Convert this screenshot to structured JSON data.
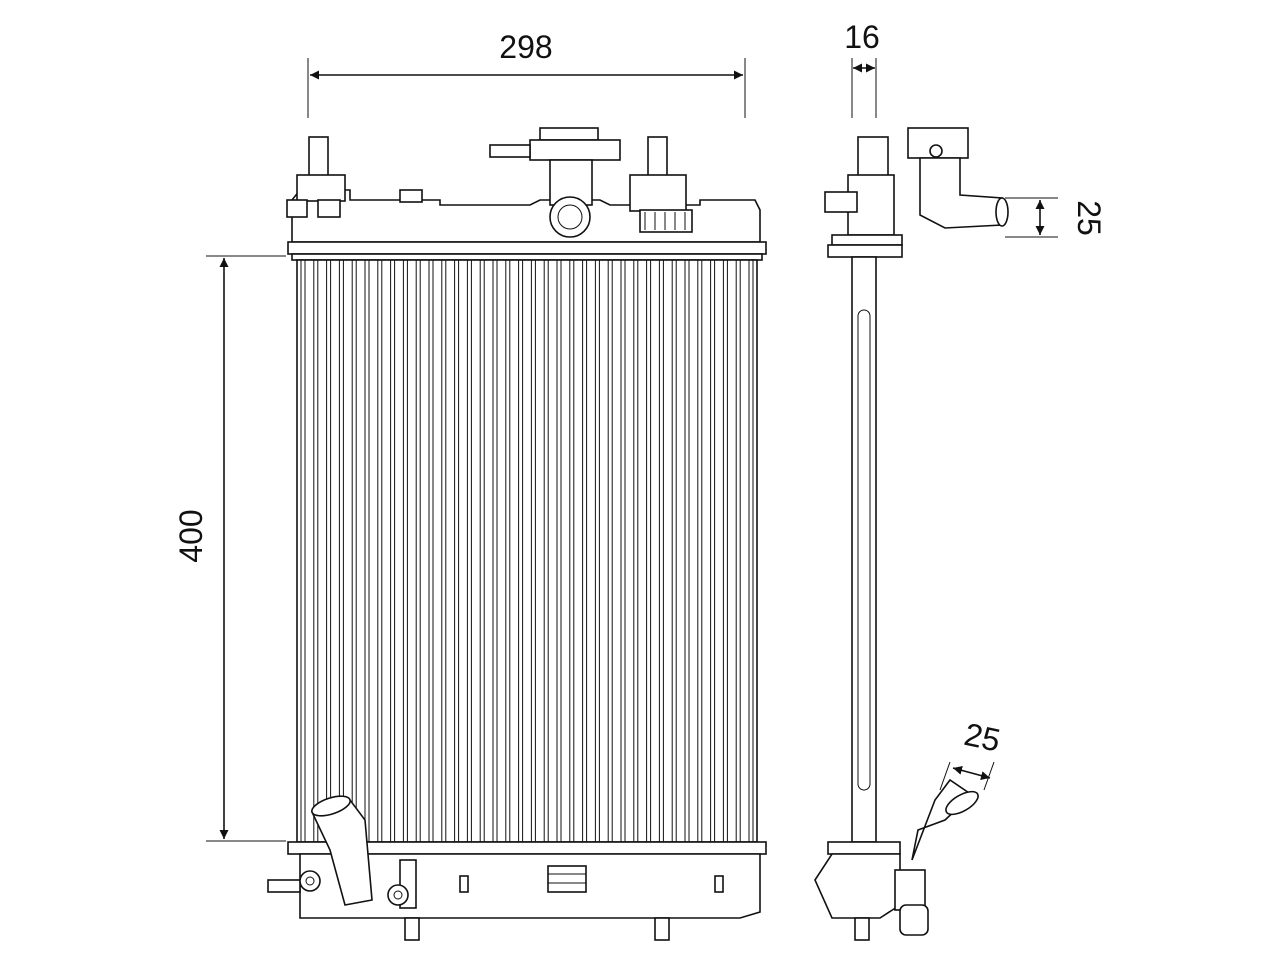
{
  "drawing": {
    "stroke_color": "#111111",
    "background_color": "#ffffff",
    "front_view": {
      "tube_count": 36
    },
    "dimensions": {
      "width": "298",
      "height": "400",
      "core_thickness": "16",
      "upper_hose": "25",
      "lower_hose": "25"
    }
  }
}
